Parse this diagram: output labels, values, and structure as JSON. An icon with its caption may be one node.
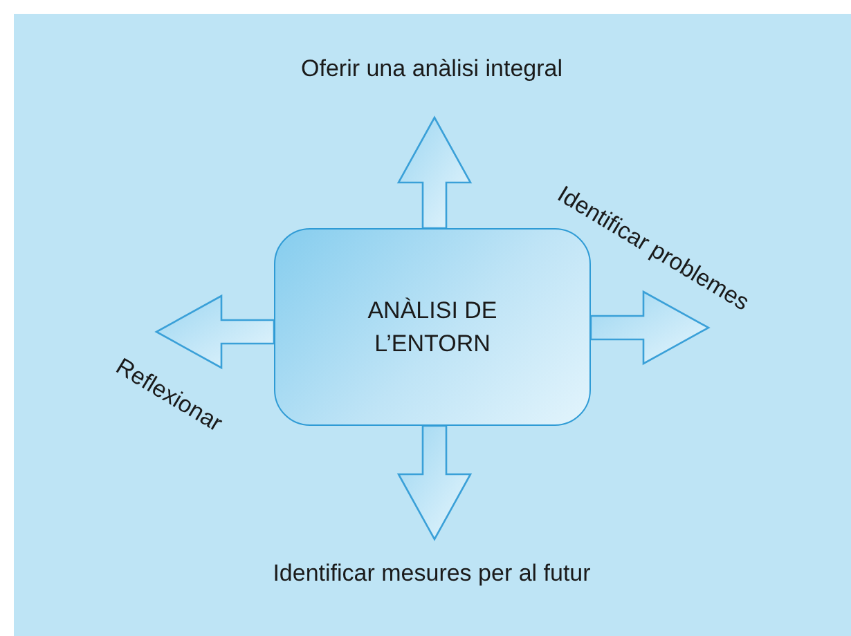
{
  "diagram": {
    "nodes": [
      {
        "text": [
          "ANÀLISI DE L’ENTORN"
        ]
      },
      {
        "text": [
          "Oferir una anàlisi integral"
        ]
      },
      {
        "text": [
          "Identificar problemes"
        ]
      },
      {
        "text": [
          "Identificar mesures per al futur"
        ]
      },
      {
        "text": [
          "Reflexionar"
        ]
      }
    ],
    "edges": [
      {
        "from": 0,
        "to": 1,
        "arrow": "to"
      },
      {
        "from": 0,
        "to": 2,
        "arrow": "to"
      },
      {
        "from": 0,
        "to": 3,
        "arrow": "to"
      },
      {
        "from": 0,
        "to": 4,
        "arrow": "to"
      }
    ]
  }
}
